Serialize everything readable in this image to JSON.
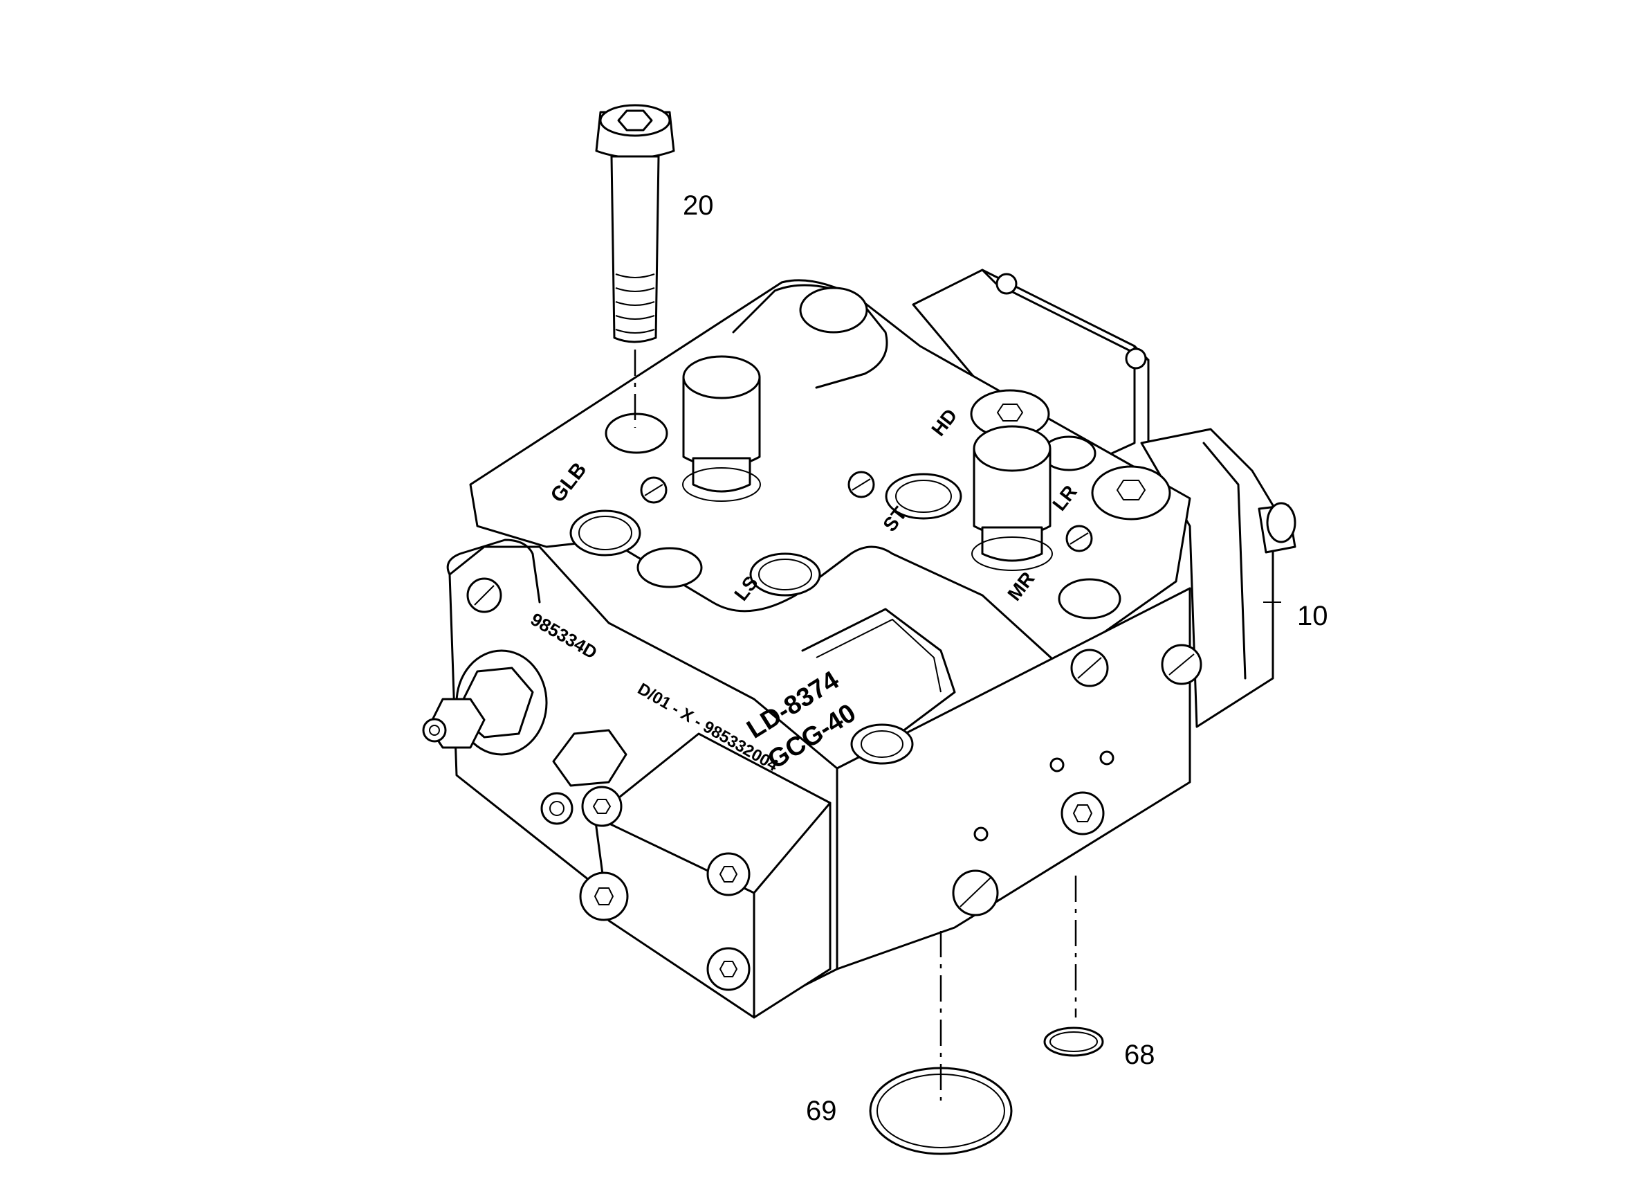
{
  "callouts": {
    "c20": "20",
    "c10": "10",
    "c68": "68",
    "c69": "69"
  },
  "markings": {
    "port_glb": "GLB",
    "port_ls": "LS",
    "port_st": "ST",
    "port_hd": "HD",
    "port_lr": "LR",
    "port_mr": "MR",
    "serial_left": "985334D",
    "part_code": "LD-8374",
    "model_code": "GCG-40",
    "serial_right": "D/01 - X - 985332004"
  }
}
